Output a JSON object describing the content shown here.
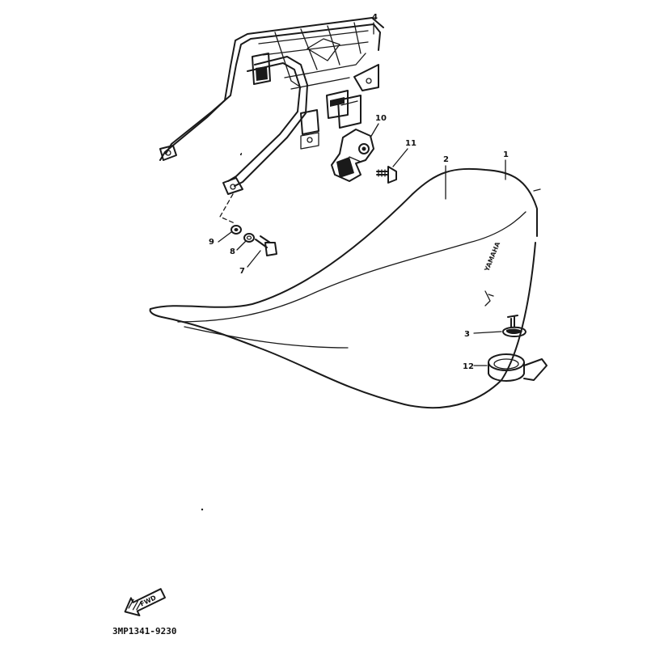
{
  "diagram": {
    "parts": [
      {
        "id": "seat",
        "callout": "1"
      },
      {
        "id": "seat-cover",
        "callout": "2"
      },
      {
        "id": "seat-bolt",
        "callout": "3"
      },
      {
        "id": "carrier",
        "callout": "4"
      },
      {
        "id": "carrier-bolt",
        "callout": "7"
      },
      {
        "id": "spring-washer",
        "callout": "8"
      },
      {
        "id": "plain-washer",
        "callout": "9"
      },
      {
        "id": "seat-lock",
        "callout": "10"
      },
      {
        "id": "lock-screw",
        "callout": "11"
      },
      {
        "id": "seat-collar",
        "callout": "12"
      }
    ],
    "fwd_label": "FWD",
    "seat_brand": "YAMAHA",
    "diagram_code": "3MP1341-9230"
  }
}
